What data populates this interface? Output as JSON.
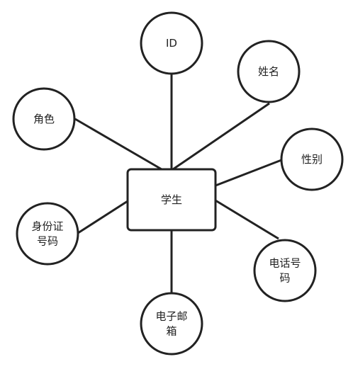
{
  "entity": {
    "label": "学生"
  },
  "attributes": [
    {
      "key": "id",
      "lines": [
        "ID"
      ]
    },
    {
      "key": "name",
      "lines": [
        "姓名"
      ]
    },
    {
      "key": "role",
      "lines": [
        "角色"
      ]
    },
    {
      "key": "gender",
      "lines": [
        "性别"
      ]
    },
    {
      "key": "id-card-number",
      "lines": [
        "身份证",
        "号码"
      ]
    },
    {
      "key": "phone-number",
      "lines": [
        "电话号",
        "码"
      ]
    },
    {
      "key": "email",
      "lines": [
        "电子邮",
        "箱"
      ]
    }
  ]
}
